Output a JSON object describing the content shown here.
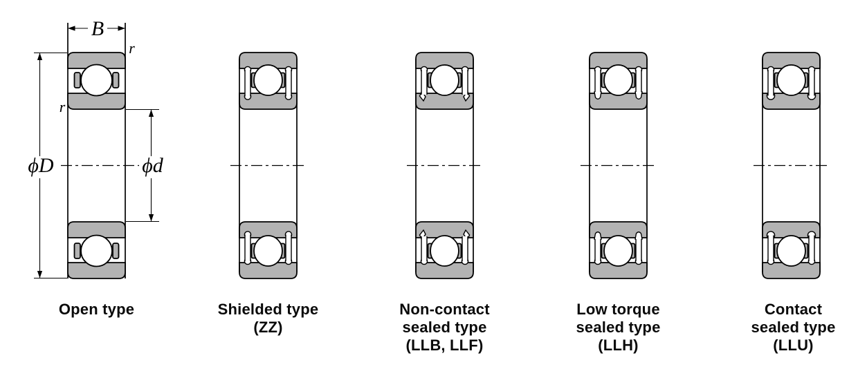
{
  "bearings": [
    {
      "id": "open",
      "caption": "Open type"
    },
    {
      "id": "shielded",
      "caption": "Shielded type\n(ZZ)"
    },
    {
      "id": "non-contact-sealed",
      "caption": "Non-contact\nsealed type\n(LLB, LLF)"
    },
    {
      "id": "low-torque-sealed",
      "caption": "Low torque\nsealed type\n(LLH)"
    },
    {
      "id": "contact-sealed",
      "caption": "Contact\nsealed type\n(LLU)"
    }
  ],
  "dimensions": {
    "width_label": "B",
    "outer_diameter_label": "ϕD",
    "bore_diameter_label": "ϕd",
    "chamfer_label_top": "r",
    "chamfer_label_left": "r"
  },
  "colors": {
    "ring_fill": "#b3b3b3",
    "outline": "#000000",
    "background": "#ffffff"
  }
}
